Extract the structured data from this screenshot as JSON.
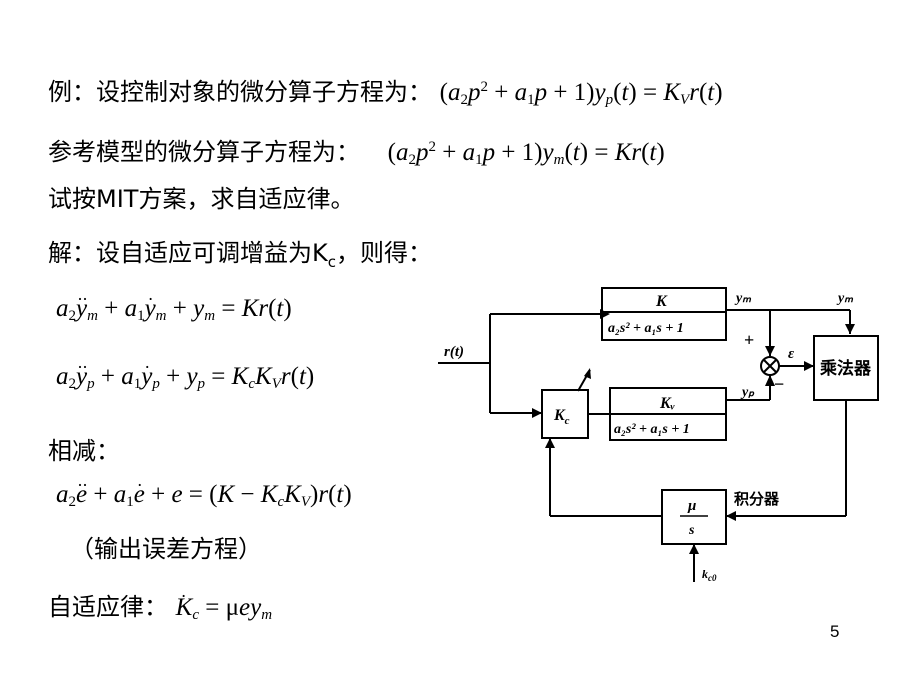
{
  "text": {
    "line1_label": "例：设控制对象的微分算子方程为：",
    "line2_label": "参考模型的微分算子方程为：",
    "line3": "试按MIT方案，求自适应律。",
    "line4_prefix": "解：设自适应可调增益为K",
    "line4_sub": "c",
    "line4_suffix": "，则得：",
    "subtract_label": "相减：",
    "error_eq_caption": "（输出误差方程）",
    "adapt_law_label": "自适应律：",
    "page_number": "5"
  },
  "diagram": {
    "input_label": "r(t)",
    "model_num": "K",
    "model_den": "a₂s² + a₁s + 1",
    "model_out_label": "yₘ",
    "model_out_label2": "yₘ",
    "plant_num": "Kᵥ",
    "plant_den": "a₂s² + a₁s + 1",
    "plant_out_label": "yₚ",
    "gain_label": "K",
    "gain_sub": "c",
    "plus_sign": "+",
    "minus_sign": "−",
    "error_label": "ε",
    "multiplier_label": "乘法器",
    "integrator_num": "μ",
    "integrator_den": "s",
    "integrator_label": "积分器",
    "initial_label": "k",
    "initial_sub": "c0"
  }
}
